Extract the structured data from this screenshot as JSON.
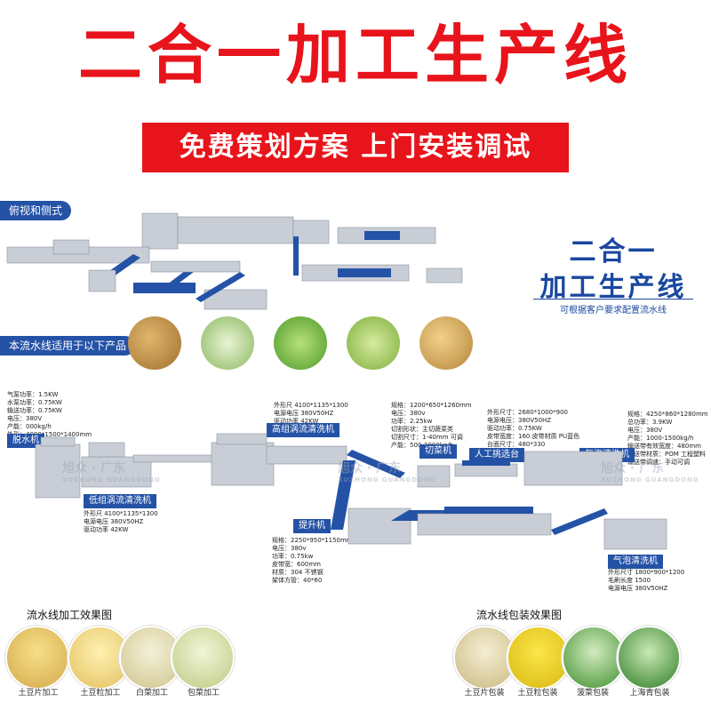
{
  "title": "二合一加工生产线",
  "banner": "免费策划方案 上门安装调试",
  "view_tag": "俯视和侧式",
  "side_title_line1": "二合一",
  "side_title_line2": "加工生产线",
  "side_note": "可根据客户要求配置流水线",
  "products_tag": "本流水线适用于以下产品",
  "machines": {
    "dewater": {
      "label": "脱水机",
      "spec": "气泵功率：1.5KW\n水泵功率：0.75KW\n输送功率：0.75KW\n电压：380V\n产能：000kg/h\n外形：4000*1500*1400mm"
    },
    "low_vortex": {
      "label": "低组涡流清洗机",
      "spec": "外形尺 4100*1135*1300\n电源电压 380V50HZ\n驱动功率 42KW"
    },
    "high_vortex": {
      "label": "高组涡流清洗机",
      "spec": "外形尺 4100*1135*1300\n电源电压 380V50HZ\n驱动功率 42KW"
    },
    "cutter": {
      "label": "切菜机",
      "spec": "规格：1200*650*1260mm\n电压：380v\n功率：2.25kw\n切割形状：主切蔬菜类\n切割尺寸：1-40mm 可调\n产能：500-2000kg/h"
    },
    "picking": {
      "label": "人工挑选台",
      "spec": "外形尺寸：2680*1000*900\n电源电压：380V50HZ\n驱动功率：0.75KW\n皮带宽度：160 皮带材质 PU蓝色\n台面尺寸：480*330"
    },
    "bubble_top": {
      "label": "气泡清洗机",
      "spec": "规格：4250*860*1280mm\n总功率：3.9KW\n电压：380V\n产能：1000-1500kg/h\n输送带有效宽度：480mm\n输送带材质：POM 工程塑料\n输送带调速：手动可调"
    },
    "lift": {
      "label": "提升机",
      "spec": "规格：2250*950*1150mm\n电压：380v\n功率：0.75kw\n皮带宽：600mm\n材质：304 不锈钢\n架体方管：40*60"
    },
    "bubble_bottom": {
      "label": "气泡清洗机",
      "spec": "外形尺寸 1800*900*1200\n毛刷长度 1500\n电源电压 380V50HZ"
    }
  },
  "watermark": {
    "cn": "旭众 · 广东",
    "en": "XUZHONG GUANGDONG"
  },
  "watermark_a": "旭众 · 广东",
  "watermark_b": "旭众 · 广东",
  "process_title": "流水线加工效果图",
  "pack_title": "流水线包装效果图",
  "process_items": [
    {
      "label": "土豆片加工"
    },
    {
      "label": "土豆粒加工"
    },
    {
      "label": "白菜加工"
    },
    {
      "label": "包菜加工"
    }
  ],
  "pack_items": [
    {
      "label": "土豆片包装"
    },
    {
      "label": "土豆粒包装"
    },
    {
      "label": "菠菜包装"
    },
    {
      "label": "上海青包装"
    }
  ],
  "colors": {
    "accent_red": "#e8141b",
    "brand_blue": "#2452a6",
    "steel": "#c9ced6"
  }
}
